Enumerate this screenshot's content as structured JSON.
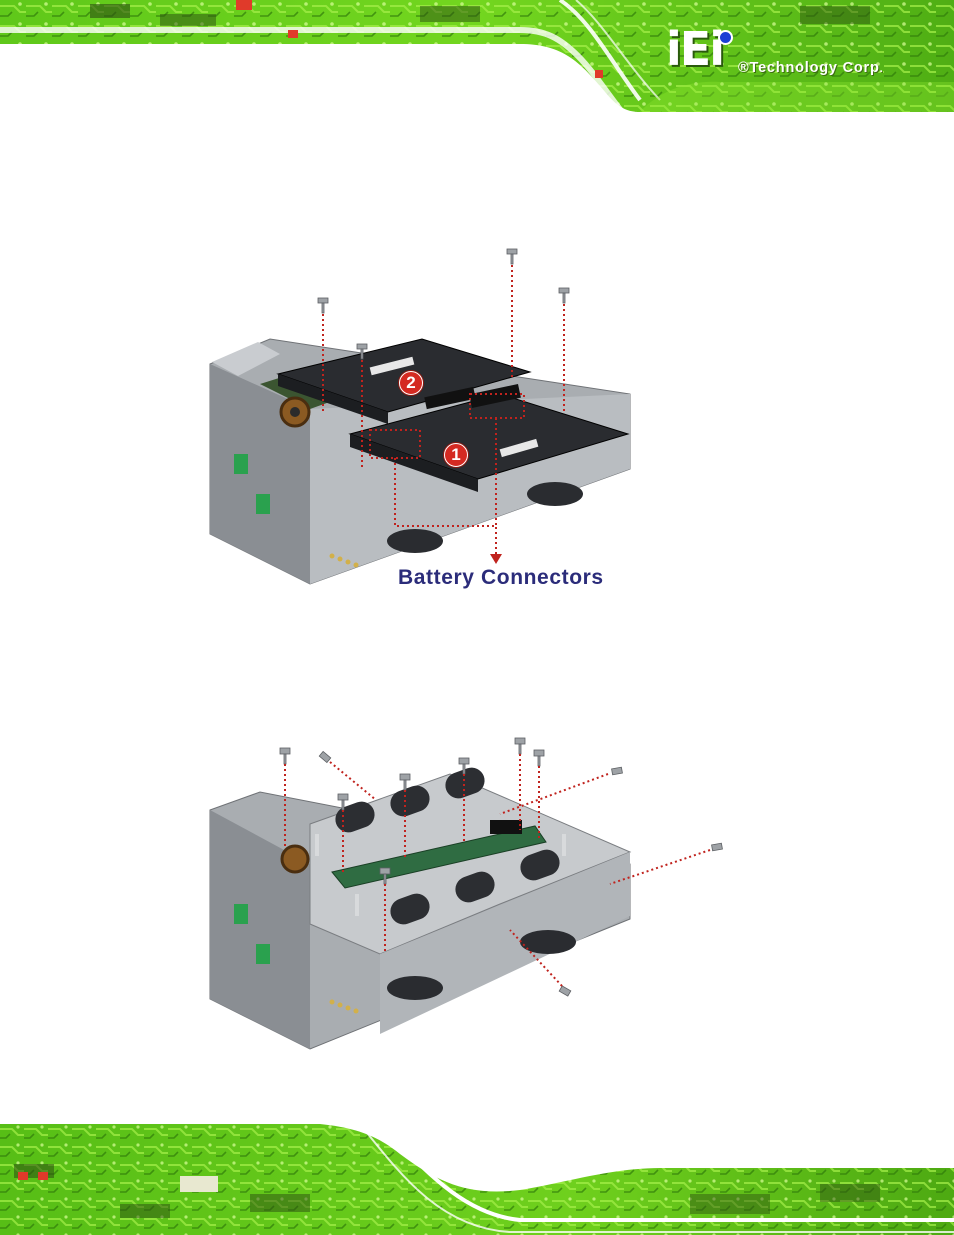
{
  "header": {
    "logo_mark": "iEi",
    "brand_text": "®Technology Corp",
    "brand_dot": ".",
    "accent_color": "#7ddc1f",
    "logo_dot_color": "#1a3fd4"
  },
  "figure_battery": {
    "callout_label": "Battery Connectors",
    "badge_1": "1",
    "badge_2": "2",
    "line_color": "#c0231e"
  },
  "figure_bracket": {
    "line_color": "#c0231e"
  }
}
